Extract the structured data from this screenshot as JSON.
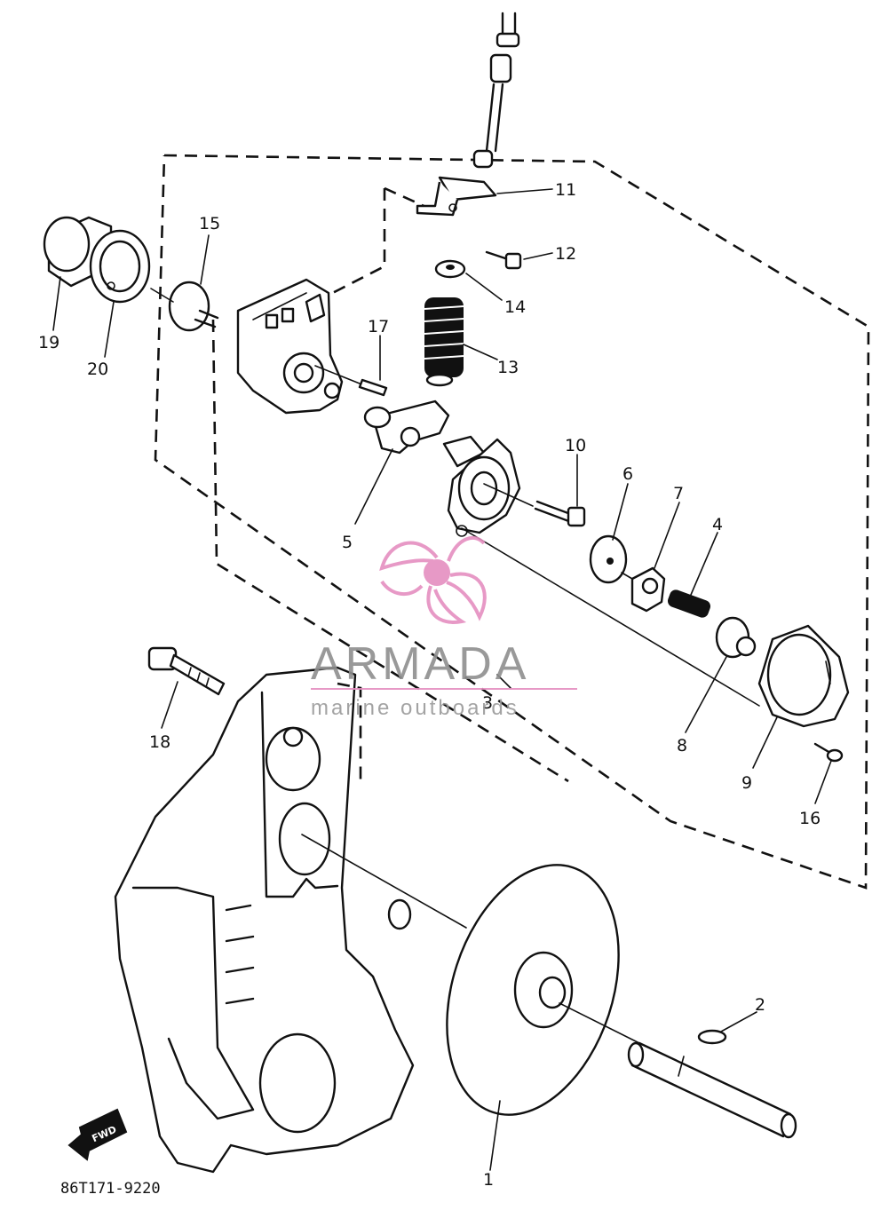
{
  "labels": {
    "p1": "1",
    "p2": "2",
    "p3": "3",
    "p4": "4",
    "p5": "5",
    "p6": "6",
    "p7": "7",
    "p8": "8",
    "p9": "9",
    "p10": "10",
    "p11": "11",
    "p12": "12",
    "p13": "13",
    "p14": "14",
    "p15": "15",
    "p16": "16",
    "p17": "17",
    "p18": "18",
    "p19": "19",
    "p20": "20"
  },
  "drawing_code": "86T171-9220",
  "forward_mark": "FWD",
  "watermark": {
    "title": "ARMADA",
    "subtitle": "marine outboards",
    "logo_color": "#e58fc0",
    "text_color": "#8f8f8f"
  }
}
